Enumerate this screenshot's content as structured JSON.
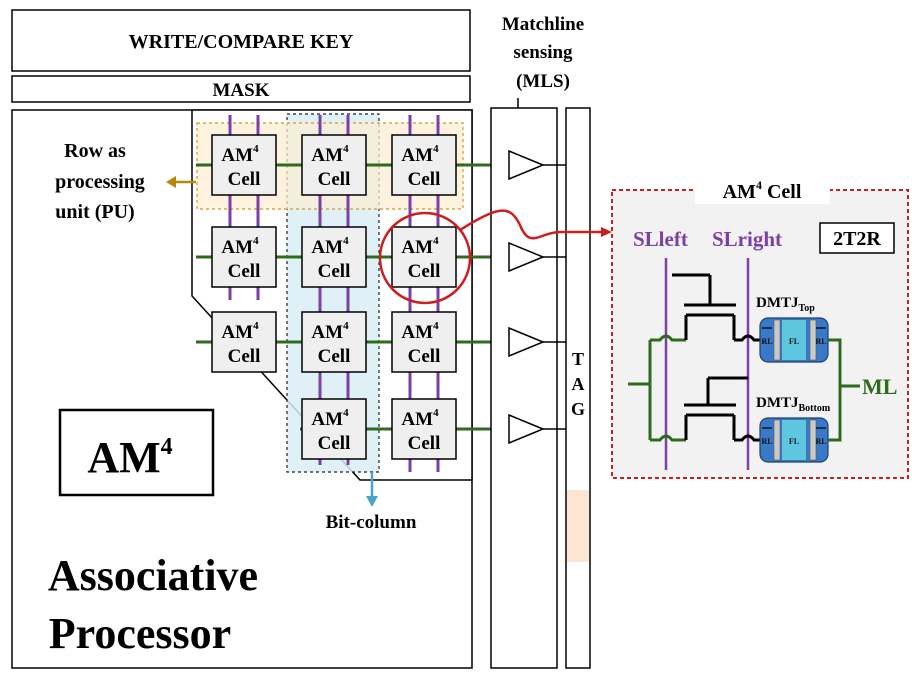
{
  "header": {
    "write_compare_key": "WRITE/COMPARE KEY",
    "mask": "MASK"
  },
  "matchline_sensing": {
    "line1": "Matchline",
    "line2": "sensing",
    "line3": "(MLS)"
  },
  "row_label": {
    "line1": "Row as",
    "line2": "processing",
    "line3": "unit (PU)"
  },
  "bit_column_label": "Bit-column",
  "am4_box": {
    "base": "AM",
    "sup": "4"
  },
  "processor_title": {
    "line1": "Associative",
    "line2": "Processor"
  },
  "tag": [
    "T",
    "A",
    "G"
  ],
  "cell": {
    "line1": "AM",
    "sup": "4",
    "line2": "Cell"
  },
  "zoom": {
    "title": "AM",
    "title_sup": "4",
    "title_suffix": " Cell",
    "sl_left": "SLleft",
    "sl_right": "SLright",
    "badge": "2T2R",
    "dmtj_top": "DMTJ",
    "dmtj_top_sub": "Top",
    "dmtj_bottom": "DMTJ",
    "dmtj_bottom_sub": "Bottom",
    "ml": "ML",
    "layer_labels": [
      "RL",
      "FL",
      "RL"
    ]
  },
  "colors": {
    "bitline": "#7b3fa8",
    "matchline": "#2e6b1d",
    "mask_highlight": "#d9a640",
    "bitcol_highlight": "#5aa9c7",
    "circle": "#cc1e1e",
    "zoom_border": "#cc1e1e",
    "row_arrow": "#b8860b",
    "bitcol_arrow": "#4aa3c9",
    "tag_highlight": "#fde5d4",
    "mtj_blue": "#3a78c8",
    "mtj_cyan": "#5ec6de"
  }
}
